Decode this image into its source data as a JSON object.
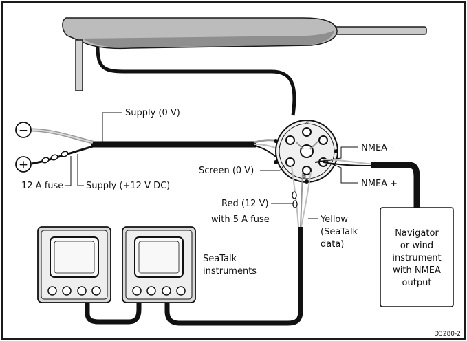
{
  "labels": {
    "supply_0v": "Supply (0 V)",
    "supply_12v": "Supply (+12 V DC)",
    "fuse_12a": "12 A fuse",
    "screen_0v": "Screen (0 V)",
    "nmea_minus": "NMEA -",
    "nmea_plus": "NMEA +",
    "red_line1": "Red (12 V)",
    "red_line2": "with 5 A fuse",
    "yellow_line1": "Yellow",
    "yellow_line2": "(SeaTalk",
    "yellow_line3": "data)",
    "seatalk_line1": "SeaTalk",
    "seatalk_line2": "instruments",
    "navigator_line1": "Navigator",
    "navigator_line2": "or wind",
    "navigator_line3": "instrument",
    "navigator_line4": "with NMEA",
    "navigator_line5": "output",
    "pin_top": "③",
    "pin_bottom": "⑨",
    "terminal_negative": "−",
    "terminal_positive": "+",
    "ref_code": "D3280-2"
  },
  "colors": {
    "frame": "#1a1a1a",
    "pilot_body": "#b9b9b9",
    "pilot_shadow": "#8c8c8c",
    "cable": "#111111",
    "wire_light": "#bdbdbd",
    "display_bezel": "#d6d6d6",
    "display_screen": "#f3f3f3"
  },
  "icons": {
    "autopilot": "tiller-pilot-drive",
    "connector": "socket-connector",
    "negative_terminal": "minus-terminal",
    "positive_terminal": "plus-terminal",
    "instrument": "seatalk-instrument"
  }
}
